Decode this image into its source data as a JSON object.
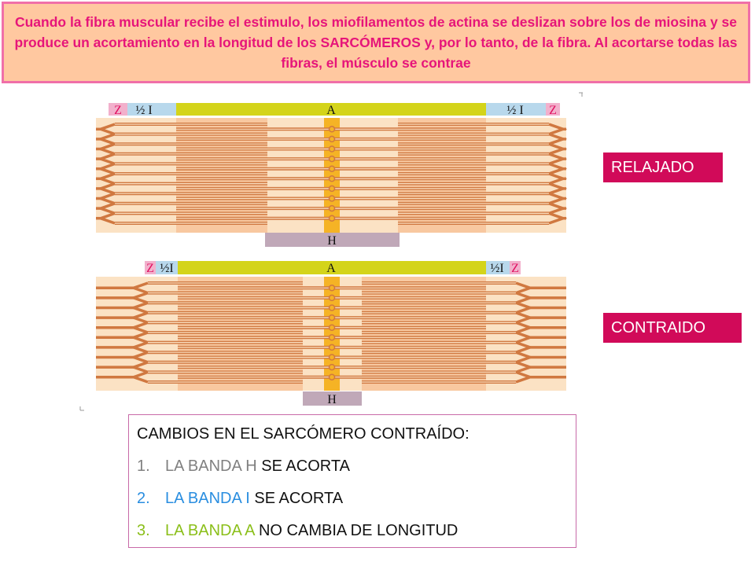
{
  "header": {
    "text": "Cuando la fibra muscular recibe el estimulo, los miofilamentos de actina se deslizan sobre los de miosina y se produce un acortamiento en la longitud  de los SARCÓMEROS y, por lo tanto, de la  fibra. Al acortarse todas las fibras, el músculo se contrae"
  },
  "diagram": {
    "relaxed": {
      "label": "RELAJADO",
      "band_labels": {
        "z_left": "Z",
        "half_i_left": "½ I",
        "a": "A",
        "half_i_right": "½ I",
        "z_right": "Z",
        "h": "H"
      }
    },
    "contracted": {
      "label": "CONTRAIDO",
      "band_labels": {
        "z_left": "Z",
        "half_i_left": "½I",
        "a": "A",
        "half_i_right": "½I",
        "z_right": "Z",
        "h": "H"
      }
    }
  },
  "changes": {
    "title": "CAMBIOS EN EL SARCÓMERO CONTRAÍDO:",
    "items": [
      {
        "num": "1.",
        "band": "LA BANDA H",
        "rest": " SE ACORTA"
      },
      {
        "num": "2.",
        "band": "LA BANDA I",
        "rest": " SE ACORTA"
      },
      {
        "num": "3.",
        "band": "LA BANDA A",
        "rest": " NO CAMBIA DE LONGITUD"
      }
    ]
  },
  "colors": {
    "header_bg": "#ffc8a0",
    "header_border": "#f06fa8",
    "header_text": "#e6157a",
    "label_bg": "#d10a59",
    "a_band": "#d4d41a",
    "i_band": "#b8d8ec",
    "z_bg": "#f2b0cc",
    "h_bar": "#c0a8b8",
    "m_line": "#f5b325",
    "filament": "#d07840",
    "fiber_bg": "#fbe2c4",
    "overlap_bg": "#f8c8a0"
  }
}
